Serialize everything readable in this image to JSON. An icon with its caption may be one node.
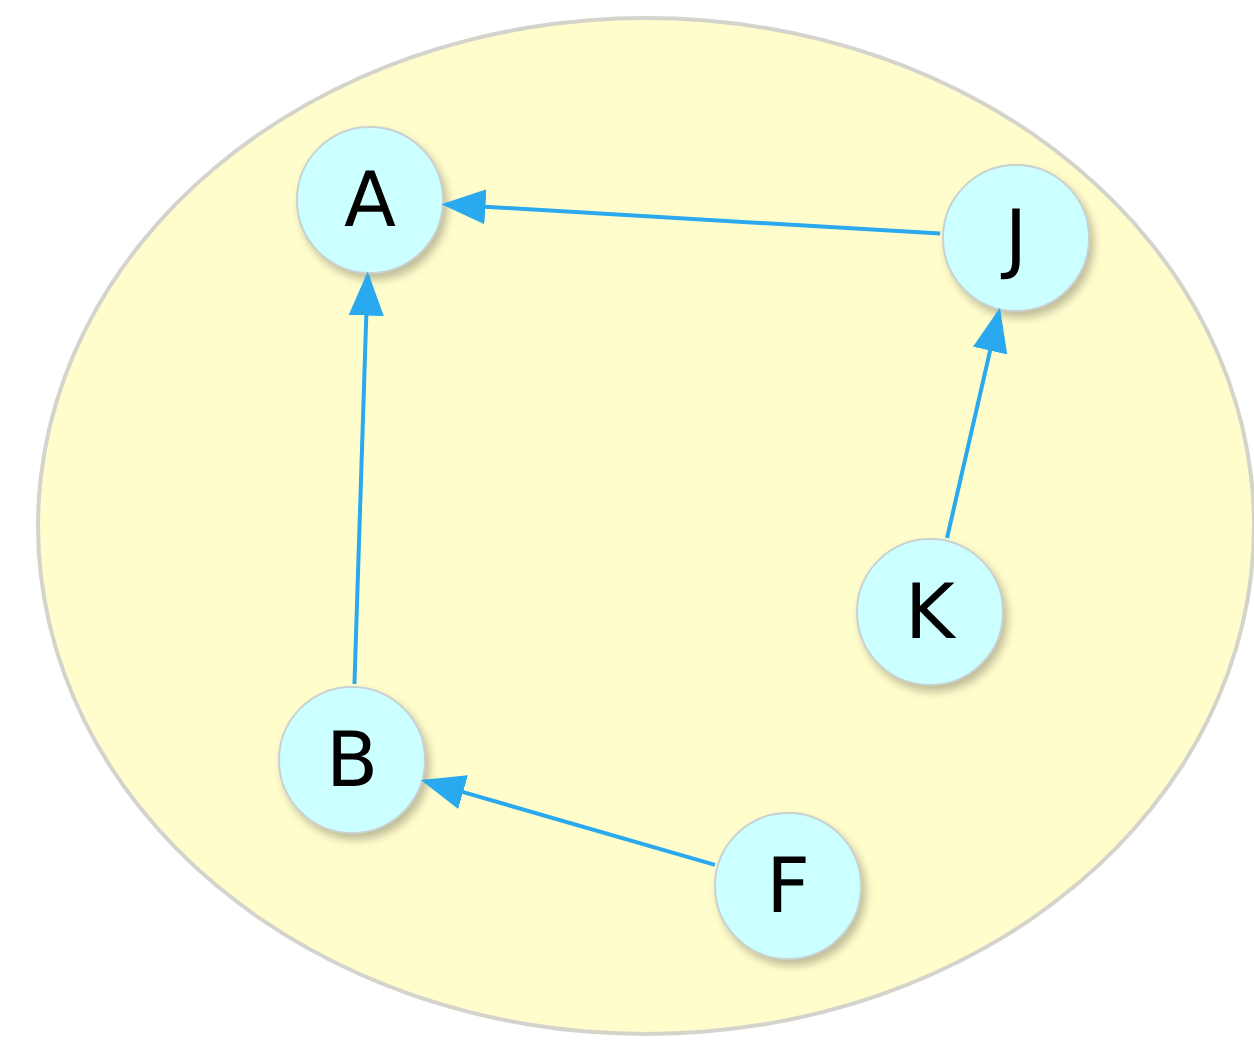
{
  "diagram": {
    "nodes": [
      {
        "text": [],
        "shape": "ellipse"
      },
      {
        "text": [
          "A"
        ],
        "in": 0
      },
      {
        "text": [
          "J"
        ],
        "in": 0
      },
      {
        "text": [
          "K"
        ],
        "in": 0
      },
      {
        "text": [
          "B"
        ],
        "in": 0
      },
      {
        "text": [
          "F"
        ],
        "in": 0
      }
    ],
    "edges": [
      {
        "from": 2,
        "to": 1,
        "arrow": "to"
      },
      {
        "from": 4,
        "to": 1,
        "arrow": "to"
      },
      {
        "from": 3,
        "to": 2,
        "arrow": "to"
      },
      {
        "from": 5,
        "to": 4,
        "arrow": "to"
      }
    ]
  }
}
